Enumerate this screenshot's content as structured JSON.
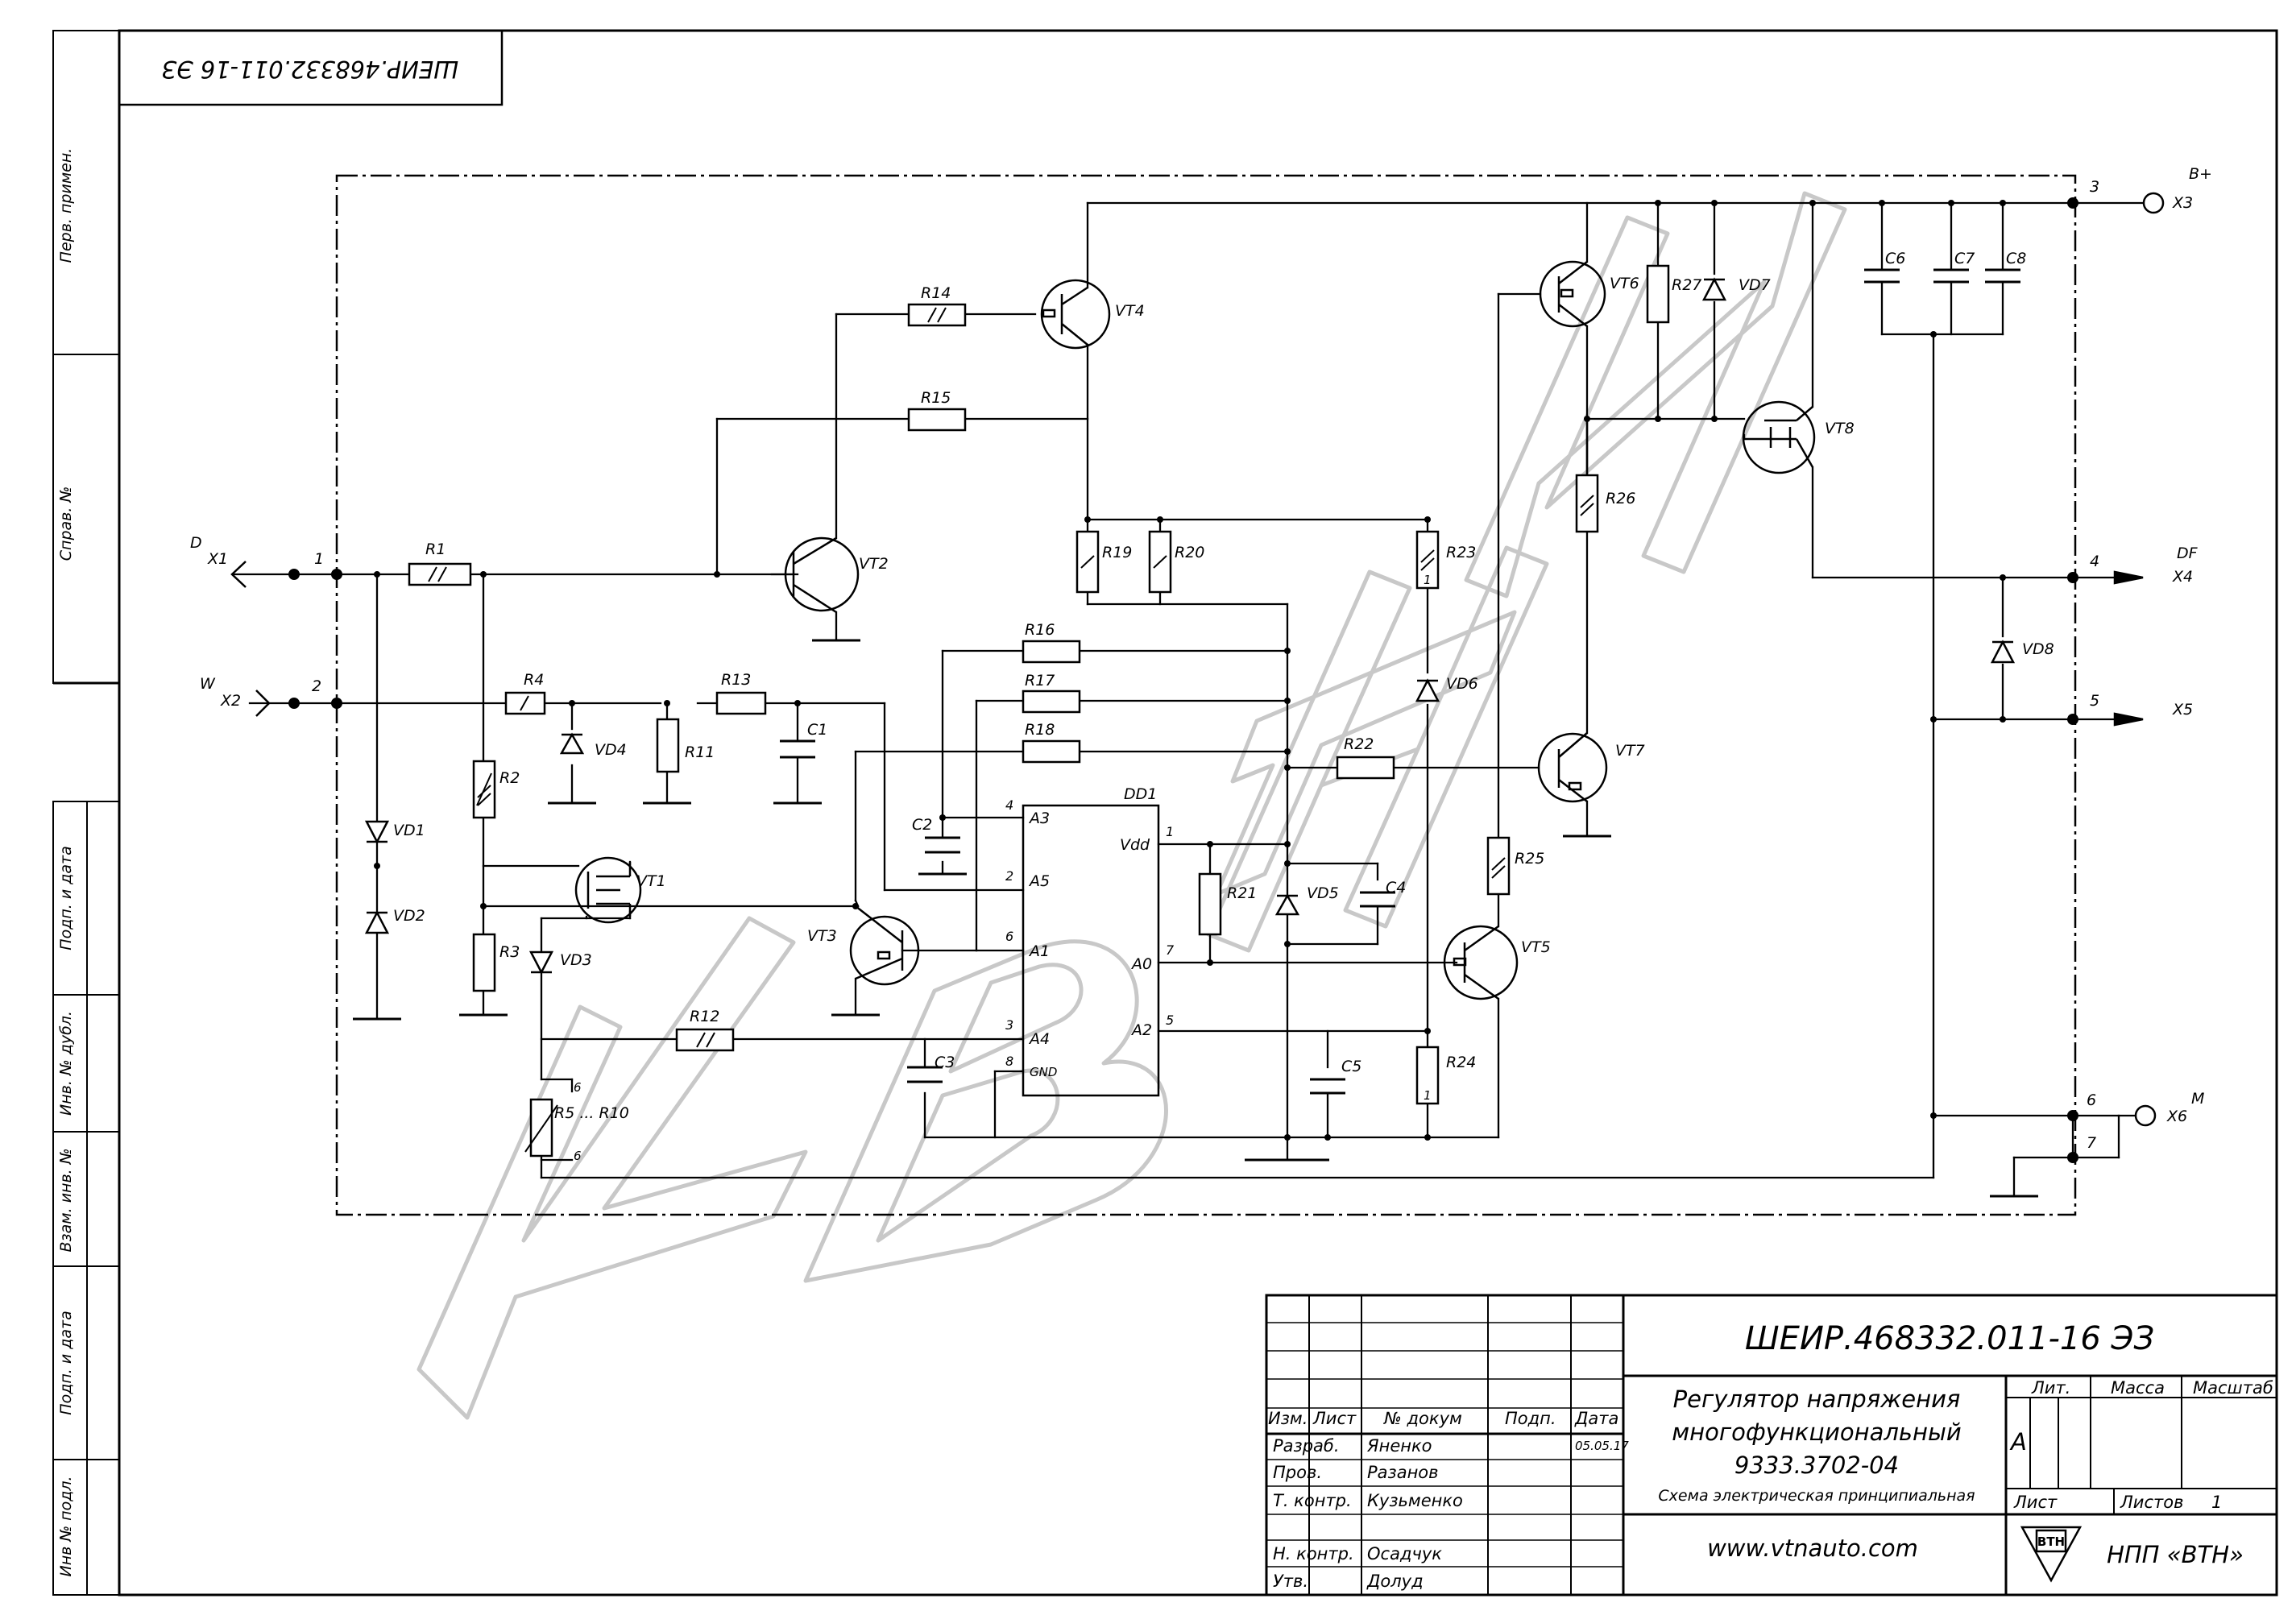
{
  "document": {
    "code_title": "ШЕИР.468332.011-16  ЭЗ",
    "code_rotated": "ШЕИР.468332.011-16  ЭЗ",
    "product_name_line1": "Регулятор напряжения",
    "product_name_line2": "многофункциональный",
    "product_name_line3": "9333.3702-04",
    "doc_type": "Схема электрическая принципиальная",
    "website": "www.vtnauto.com",
    "company": "НПП «ВТН»",
    "logo_text": "ВТН",
    "watermark": "КВТН"
  },
  "stamp": {
    "headers": {
      "izm": "Изм.",
      "list": "Лист",
      "doc_no": "№ докум",
      "sign": "Подп.",
      "date": "Дата"
    },
    "rows": [
      {
        "role": "Разраб.",
        "name": "Яненко",
        "date": "05.05.17"
      },
      {
        "role": "Пров.",
        "name": "Разанов",
        "date": ""
      },
      {
        "role": "Т. контр.",
        "name": "Кузьменко",
        "date": ""
      },
      {
        "role": "Н. контр.",
        "name": "Осадчук",
        "date": ""
      },
      {
        "role": "Утв.",
        "name": "Долуд",
        "date": ""
      }
    ],
    "lit_label": "Лит.",
    "mass_label": "Масса",
    "scale_label": "Масштаб",
    "lit_value": "А",
    "sheet_label": "Лист",
    "sheets_label": "Листов",
    "sheets_value": "1"
  },
  "side_labels": {
    "perv_primen": "Перв. примен.",
    "sprav_no": "Справ. №",
    "podp_data_1": "Подп.  и  дата",
    "inv_dubl": "Инв. № дубл.",
    "vzam_inv": "Взам. инв. №",
    "podp_data_2": "Подп.  и  дата",
    "inv_podl": "Инв № подл."
  },
  "connectors": {
    "x1": {
      "name": "X1",
      "signal": "D",
      "pin": "1"
    },
    "x2": {
      "name": "X2",
      "signal": "W",
      "pin": "2"
    },
    "x3": {
      "name": "X3",
      "signal": "B+",
      "pin": "3"
    },
    "x4": {
      "name": "X4",
      "signal": "DF",
      "pin": "4"
    },
    "x5": {
      "name": "X5",
      "pin": "5"
    },
    "x6": {
      "name": "X6",
      "signal": "M",
      "pin": "6"
    },
    "x7": {
      "pin": "7"
    }
  },
  "components": {
    "R1": "R1",
    "R2": "R2",
    "R3": "R3",
    "R4": "R4",
    "R5": "R5 ... R10",
    "R11": "R11",
    "R12": "R12",
    "R13": "R13",
    "R14": "R14",
    "R15": "R15",
    "R16": "R16",
    "R17": "R17",
    "R18": "R18",
    "R19": "R19",
    "R20": "R20",
    "R21": "R21",
    "R22": "R22",
    "R23": "R23",
    "R24": "R24",
    "R25": "R25",
    "R26": "R26",
    "R27": "R27",
    "C1": "C1",
    "C2": "C2",
    "C3": "C3",
    "C4": "C4",
    "C5": "C5",
    "C6": "C6",
    "C7": "C7",
    "C8": "C8",
    "VD1": "VD1",
    "VD2": "VD2",
    "VD3": "VD3",
    "VD4": "VD4",
    "VD5": "VD5",
    "VD6": "VD6",
    "VD7": "VD7",
    "VD8": "VD8",
    "VT1": "VT1",
    "VT2": "VT2",
    "VT3": "VT3",
    "VT4": "VT4",
    "VT5": "VT5",
    "VT6": "VT6",
    "VT7": "VT7",
    "VT8": "VT8",
    "DD1": "DD1"
  },
  "dd1_pins": {
    "A3": "A3",
    "A5": "A5",
    "A1": "A1",
    "A4": "A4",
    "GND": "GND",
    "Vdd": "Vdd",
    "A0": "A0",
    "A2": "A2",
    "n4": "4",
    "n2": "2",
    "n6": "6",
    "n3": "3",
    "n8": "8",
    "n1": "1",
    "n7": "7",
    "n5": "5"
  },
  "misc": {
    "trim_mark": "1",
    "r5_pin": "6"
  }
}
